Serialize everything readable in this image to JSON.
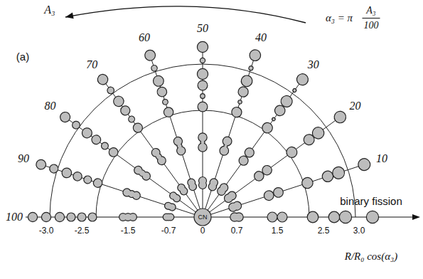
{
  "diagram": {
    "nodes": [
      {
        "text": [
          "CN"
        ]
      }
    ],
    "labels": [
      "A₃",
      "α₃ = π",
      "A₃",
      "100",
      "(a)",
      "10",
      "20",
      "30",
      "40",
      "50",
      "60",
      "70",
      "80",
      "90",
      "100",
      "binary fission",
      "-3.0",
      "-2.5",
      "-1.5",
      "-0.7",
      "0",
      "0.7",
      "1.5",
      "2.5",
      "3.0",
      "R/R₀ cos(α₃)"
    ]
  }
}
